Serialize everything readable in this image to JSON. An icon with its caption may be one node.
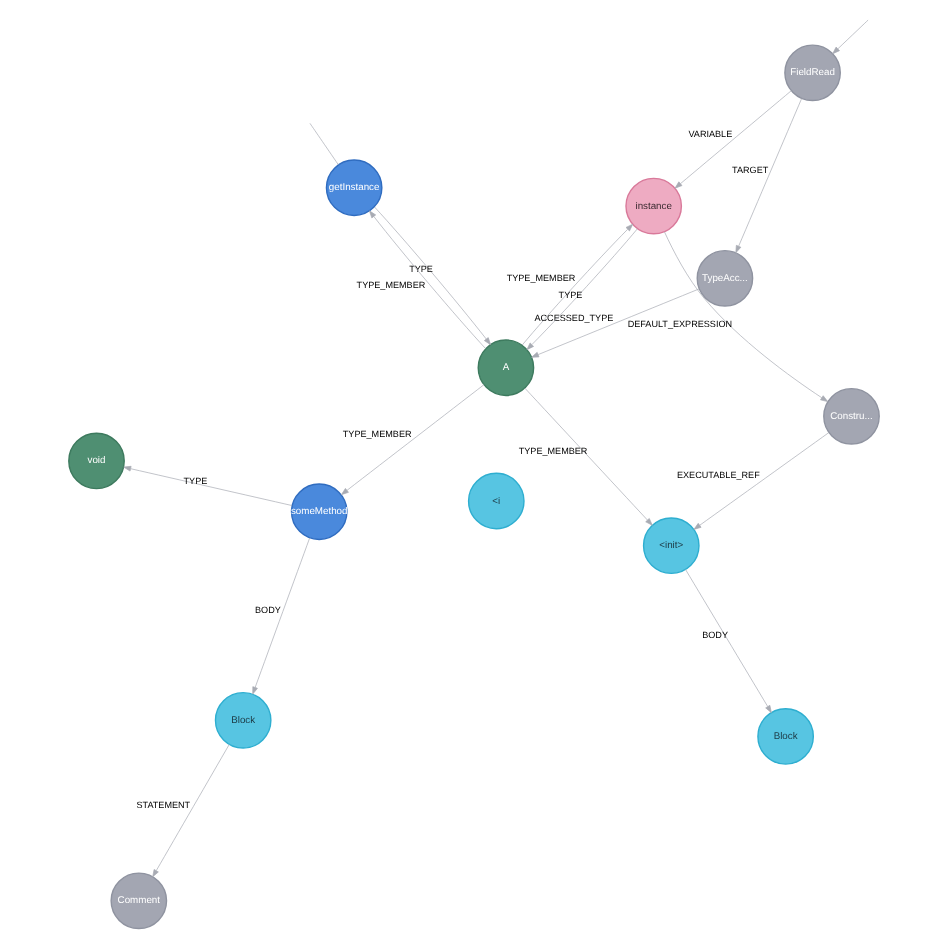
{
  "diagram": {
    "nodes": [
      {
        "text": [
          "void"
        ]
      },
      {
        "text": [
          "someMethod"
        ]
      },
      {
        "text": [
          "Block"
        ]
      },
      {
        "text": [
          "<i"
        ]
      },
      {
        "text": [
          "getInstance"
        ]
      },
      {
        "text": [
          "Comment"
        ]
      },
      {
        "text": [
          "A"
        ]
      },
      {
        "text": [
          "TypeAcc..."
        ]
      },
      {
        "text": [
          "<init>"
        ]
      },
      {
        "text": [
          "instance"
        ]
      },
      {
        "text": [
          "Block"
        ]
      },
      {
        "text": [
          "FieldRead"
        ]
      },
      {
        "text": [
          "Constru..."
        ]
      }
    ],
    "edges": [
      {
        "from": 1,
        "to": 0,
        "arrow": "to",
        "label": "TYPE"
      },
      {
        "from": 1,
        "to": 2,
        "arrow": "to",
        "label": "BODY"
      },
      {
        "from": 6,
        "to": 1,
        "arrow": "to",
        "label": "TYPE_MEMBER"
      },
      {
        "from": 2,
        "to": 5,
        "arrow": "to",
        "label": "STATEMENT"
      },
      {
        "from": 4,
        "to": null,
        "arrow": "none"
      },
      {
        "from": 6,
        "to": 4,
        "arrow": "to",
        "label": "TYPE_MEMBER"
      },
      {
        "from": 4,
        "to": 6,
        "arrow": "to",
        "label": "TYPE"
      },
      {
        "from": 7,
        "to": 6,
        "arrow": "to",
        "label": "ACCESSED_TYPE"
      },
      {
        "from": 6,
        "to": 9,
        "arrow": "to",
        "label": "TYPE_MEMBER"
      },
      {
        "from": 9,
        "to": 6,
        "arrow": "to",
        "label": "TYPE"
      },
      {
        "from": 6,
        "to": 8,
        "arrow": "to",
        "label": "TYPE_MEMBER"
      },
      {
        "from": 8,
        "to": 10,
        "arrow": "to",
        "label": "BODY"
      },
      {
        "from": 11,
        "to": 7,
        "arrow": "to",
        "label": "TARGET"
      },
      {
        "from": null,
        "to": 11,
        "arrow": "to"
      },
      {
        "from": 11,
        "to": 9,
        "arrow": "to",
        "label": "VARIABLE"
      },
      {
        "from": 9,
        "to": 12,
        "arrow": "to",
        "label": "DEFAULT_EXPRESSION"
      },
      {
        "from": 12,
        "to": 8,
        "arrow": "to",
        "label": "EXECUTABLE_REF"
      }
    ]
  }
}
